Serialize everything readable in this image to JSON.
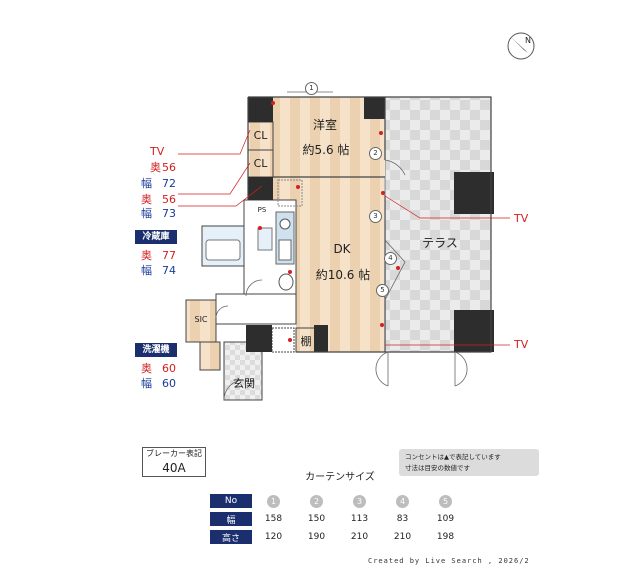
{
  "labels": {
    "tv1": "TV",
    "tv2": "TV",
    "tv3": "TV",
    "depth_label": "奥",
    "width_label": "幅",
    "cl1": {
      "depth": "56",
      "width": "72"
    },
    "cl2": {
      "depth": "56",
      "width": "73"
    },
    "fridge": {
      "title": "冷蔵庫",
      "depth": "77",
      "width": "74"
    },
    "washer": {
      "title": "洗濯機",
      "depth": "60",
      "width": "60"
    }
  },
  "rooms": {
    "western": "洋室",
    "western_size": "約5.6 帖",
    "dk": "DK",
    "dk_size": "約10.6 帖",
    "terrace": "テラス",
    "cl_a": "CL",
    "cl_b": "CL",
    "ps": "PS",
    "sic": "SIC",
    "shelf": "棚",
    "entrance": "玄関"
  },
  "window_numbers": [
    "1",
    "2",
    "3",
    "4",
    "5"
  ],
  "breaker": {
    "title": "ブレーカー表記",
    "value": "40A"
  },
  "note": {
    "line1": "コンセントは▲で表記しています",
    "line2": "寸法は目安の数値です"
  },
  "curtain": {
    "title": "カーテンサイズ",
    "row_no": "No",
    "row_width": "幅",
    "row_height": "高さ",
    "numbers": [
      "1",
      "2",
      "3",
      "4",
      "5"
    ],
    "widths": [
      "158",
      "150",
      "113",
      "83",
      "109"
    ],
    "heights": [
      "120",
      "190",
      "210",
      "210",
      "198"
    ]
  },
  "compass": "N",
  "credit": "Created by Live Search , 2026/2",
  "colors": {
    "navy": "#1b2f6e",
    "red": "#d42020",
    "wood": "#f2dcc0",
    "wall": "#2d2d2d"
  }
}
